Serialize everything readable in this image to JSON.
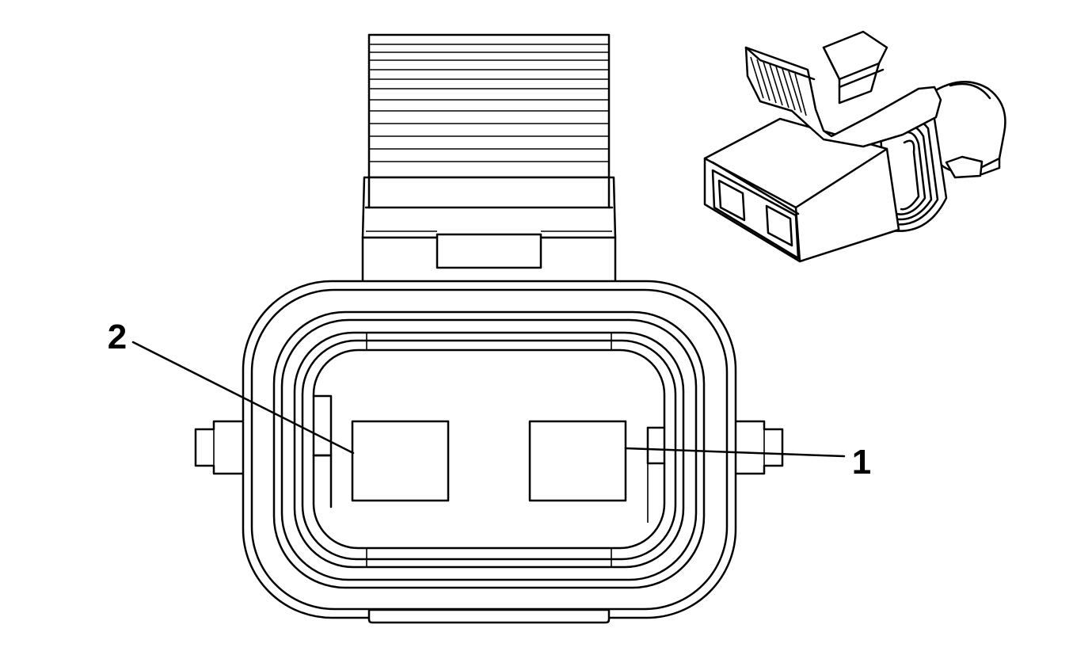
{
  "diagram": {
    "pin_labels": [
      {
        "id": "pin-2",
        "text": "2"
      },
      {
        "id": "pin-1",
        "text": "1"
      }
    ],
    "colors": {
      "line": "#000000",
      "background": "#ffffff"
    }
  }
}
